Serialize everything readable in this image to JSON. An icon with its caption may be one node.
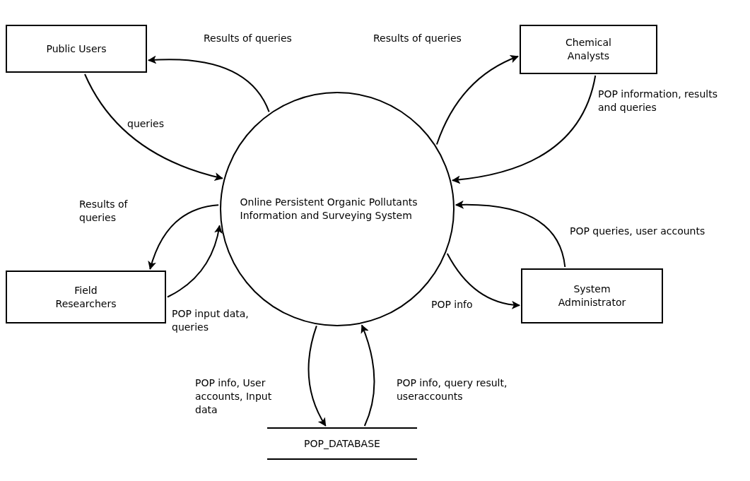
{
  "diagram": {
    "nodes": [
      {
        "text": [
          "Public Users"
        ]
      },
      {
        "text": [
          "Chemical Analysts"
        ]
      },
      {
        "text": [
          "Online Persistent Organic Pollutants Information and Surveying System"
        ]
      },
      {
        "text": [
          "Field Researchers"
        ]
      },
      {
        "text": [
          "System Administrator"
        ]
      },
      {
        "text": [
          "POP_DATABASE"
        ]
      }
    ],
    "edges": [
      {
        "from": 2,
        "to": 0,
        "arrow": "to",
        "label": "Results of queries"
      },
      {
        "from": 0,
        "to": 2,
        "arrow": "to",
        "label": "queries"
      },
      {
        "from": 2,
        "to": 1,
        "arrow": "to",
        "label": "Results of queries"
      },
      {
        "from": 1,
        "to": 2,
        "arrow": "to",
        "label": "POP information, results and queries"
      },
      {
        "from": 2,
        "to": 3,
        "arrow": "to",
        "label": "Results of queries"
      },
      {
        "from": 3,
        "to": 2,
        "arrow": "to",
        "label": "POP input data, queries"
      },
      {
        "from": 2,
        "to": 4,
        "arrow": "to",
        "label": "POP info"
      },
      {
        "from": 4,
        "to": 2,
        "arrow": "to",
        "label": "POP queries, user accounts"
      },
      {
        "from": 2,
        "to": 5,
        "arrow": "to",
        "label": "POP info, User accounts, Input data"
      },
      {
        "from": 5,
        "to": 2,
        "arrow": "to",
        "label": "POP info, query result, useraccounts"
      }
    ]
  }
}
